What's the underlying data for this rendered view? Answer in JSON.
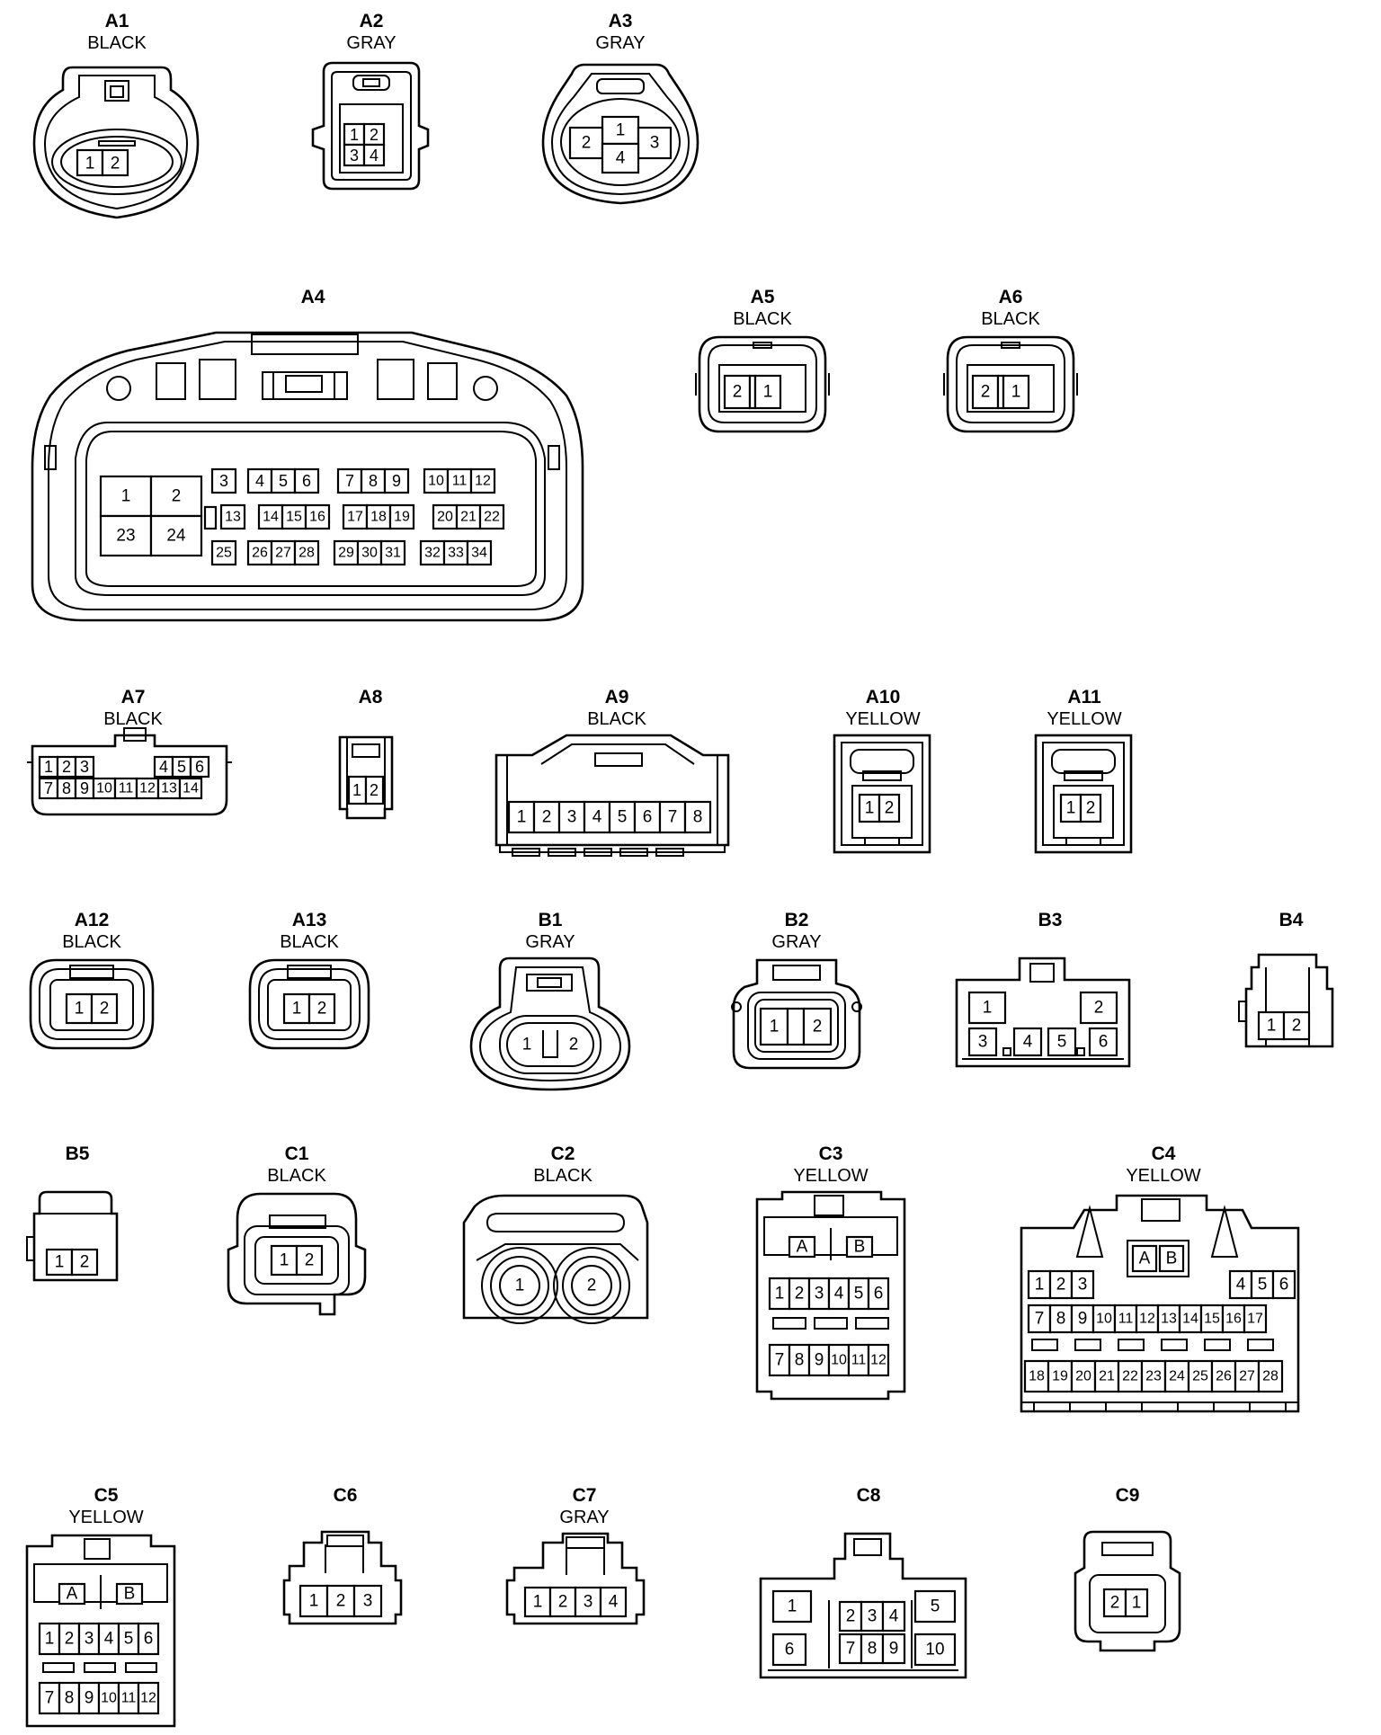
{
  "connectors": [
    {
      "id": "A1",
      "color": "BLACK",
      "pins": [
        {
          "label": "1"
        },
        {
          "label": "2"
        }
      ]
    },
    {
      "id": "A2",
      "color": "GRAY",
      "pins": [
        {
          "label": "1"
        },
        {
          "label": "2"
        },
        {
          "label": "3"
        },
        {
          "label": "4"
        }
      ]
    },
    {
      "id": "A3",
      "color": "GRAY",
      "pins": [
        {
          "label": "1"
        },
        {
          "label": "2"
        },
        {
          "label": "3"
        },
        {
          "label": "4"
        }
      ]
    },
    {
      "id": "A4",
      "color": "",
      "pins": [
        {
          "label": "1"
        },
        {
          "label": "2"
        },
        {
          "label": "23"
        },
        {
          "label": "24"
        },
        {
          "label": "3"
        },
        {
          "label": "4"
        },
        {
          "label": "5"
        },
        {
          "label": "6"
        },
        {
          "label": "7"
        },
        {
          "label": "8"
        },
        {
          "label": "9"
        },
        {
          "label": "10"
        },
        {
          "label": "11"
        },
        {
          "label": "12"
        },
        {
          "label": "13"
        },
        {
          "label": "14"
        },
        {
          "label": "15"
        },
        {
          "label": "16"
        },
        {
          "label": "17"
        },
        {
          "label": "18"
        },
        {
          "label": "19"
        },
        {
          "label": "20"
        },
        {
          "label": "21"
        },
        {
          "label": "22"
        },
        {
          "label": "25"
        },
        {
          "label": "26"
        },
        {
          "label": "27"
        },
        {
          "label": "28"
        },
        {
          "label": "29"
        },
        {
          "label": "30"
        },
        {
          "label": "31"
        },
        {
          "label": "32"
        },
        {
          "label": "33"
        },
        {
          "label": "34"
        }
      ]
    },
    {
      "id": "A5",
      "color": "BLACK",
      "pins": [
        {
          "label": "2"
        },
        {
          "label": "1"
        }
      ]
    },
    {
      "id": "A6",
      "color": "BLACK",
      "pins": [
        {
          "label": "2"
        },
        {
          "label": "1"
        }
      ]
    },
    {
      "id": "A7",
      "color": "BLACK",
      "pins": [
        {
          "label": "1"
        },
        {
          "label": "2"
        },
        {
          "label": "3"
        },
        {
          "label": "4"
        },
        {
          "label": "5"
        },
        {
          "label": "6"
        },
        {
          "label": "7"
        },
        {
          "label": "8"
        },
        {
          "label": "9"
        },
        {
          "label": "10"
        },
        {
          "label": "11"
        },
        {
          "label": "12"
        },
        {
          "label": "13"
        },
        {
          "label": "14"
        }
      ]
    },
    {
      "id": "A8",
      "color": "",
      "pins": [
        {
          "label": "1"
        },
        {
          "label": "2"
        }
      ]
    },
    {
      "id": "A9",
      "color": "BLACK",
      "pins": [
        {
          "label": "1"
        },
        {
          "label": "2"
        },
        {
          "label": "3"
        },
        {
          "label": "4"
        },
        {
          "label": "5"
        },
        {
          "label": "6"
        },
        {
          "label": "7"
        },
        {
          "label": "8"
        }
      ]
    },
    {
      "id": "A10",
      "color": "YELLOW",
      "pins": [
        {
          "label": "1"
        },
        {
          "label": "2"
        }
      ]
    },
    {
      "id": "A11",
      "color": "YELLOW",
      "pins": [
        {
          "label": "1"
        },
        {
          "label": "2"
        }
      ]
    },
    {
      "id": "A12",
      "color": "BLACK",
      "pins": [
        {
          "label": "1"
        },
        {
          "label": "2"
        }
      ]
    },
    {
      "id": "A13",
      "color": "BLACK",
      "pins": [
        {
          "label": "1"
        },
        {
          "label": "2"
        }
      ]
    },
    {
      "id": "B1",
      "color": "GRAY",
      "pins": [
        {
          "label": "1"
        },
        {
          "label": "2"
        }
      ]
    },
    {
      "id": "B2",
      "color": "GRAY",
      "pins": [
        {
          "label": "1"
        },
        {
          "label": "2"
        }
      ]
    },
    {
      "id": "B3",
      "color": "",
      "pins": [
        {
          "label": "1"
        },
        {
          "label": "2"
        },
        {
          "label": "3"
        },
        {
          "label": "4"
        },
        {
          "label": "5"
        },
        {
          "label": "6"
        }
      ]
    },
    {
      "id": "B4",
      "color": "",
      "pins": [
        {
          "label": "1"
        },
        {
          "label": "2"
        }
      ]
    },
    {
      "id": "B5",
      "color": "",
      "pins": [
        {
          "label": "1"
        },
        {
          "label": "2"
        }
      ]
    },
    {
      "id": "C1",
      "color": "BLACK",
      "pins": [
        {
          "label": "1"
        },
        {
          "label": "2"
        }
      ]
    },
    {
      "id": "C2",
      "color": "BLACK",
      "pins": [
        {
          "label": "1"
        },
        {
          "label": "2"
        }
      ]
    },
    {
      "id": "C3",
      "color": "YELLOW",
      "pins": [
        {
          "label": "A"
        },
        {
          "label": "B"
        },
        {
          "label": "1"
        },
        {
          "label": "2"
        },
        {
          "label": "3"
        },
        {
          "label": "4"
        },
        {
          "label": "5"
        },
        {
          "label": "6"
        },
        {
          "label": "7"
        },
        {
          "label": "8"
        },
        {
          "label": "9"
        },
        {
          "label": "10"
        },
        {
          "label": "11"
        },
        {
          "label": "12"
        }
      ]
    },
    {
      "id": "C4",
      "color": "YELLOW",
      "pins": [
        {
          "label": "A"
        },
        {
          "label": "B"
        },
        {
          "label": "1"
        },
        {
          "label": "2"
        },
        {
          "label": "3"
        },
        {
          "label": "4"
        },
        {
          "label": "5"
        },
        {
          "label": "6"
        },
        {
          "label": "7"
        },
        {
          "label": "8"
        },
        {
          "label": "9"
        },
        {
          "label": "10"
        },
        {
          "label": "11"
        },
        {
          "label": "12"
        },
        {
          "label": "13"
        },
        {
          "label": "14"
        },
        {
          "label": "15"
        },
        {
          "label": "16"
        },
        {
          "label": "17"
        },
        {
          "label": "18"
        },
        {
          "label": "19"
        },
        {
          "label": "20"
        },
        {
          "label": "21"
        },
        {
          "label": "22"
        },
        {
          "label": "23"
        },
        {
          "label": "24"
        },
        {
          "label": "25"
        },
        {
          "label": "26"
        },
        {
          "label": "27"
        },
        {
          "label": "28"
        }
      ]
    },
    {
      "id": "C5",
      "color": "YELLOW",
      "pins": [
        {
          "label": "A"
        },
        {
          "label": "B"
        },
        {
          "label": "1"
        },
        {
          "label": "2"
        },
        {
          "label": "3"
        },
        {
          "label": "4"
        },
        {
          "label": "5"
        },
        {
          "label": "6"
        },
        {
          "label": "7"
        },
        {
          "label": "8"
        },
        {
          "label": "9"
        },
        {
          "label": "10"
        },
        {
          "label": "11"
        },
        {
          "label": "12"
        }
      ]
    },
    {
      "id": "C6",
      "color": "",
      "pins": [
        {
          "label": "1"
        },
        {
          "label": "2"
        },
        {
          "label": "3"
        }
      ]
    },
    {
      "id": "C7",
      "color": "GRAY",
      "pins": [
        {
          "label": "1"
        },
        {
          "label": "2"
        },
        {
          "label": "3"
        },
        {
          "label": "4"
        }
      ]
    },
    {
      "id": "C8",
      "color": "",
      "pins": [
        {
          "label": "1"
        },
        {
          "label": "2"
        },
        {
          "label": "3"
        },
        {
          "label": "4"
        },
        {
          "label": "5"
        },
        {
          "label": "6"
        },
        {
          "label": "7"
        },
        {
          "label": "8"
        },
        {
          "label": "9"
        },
        {
          "label": "10"
        }
      ]
    },
    {
      "id": "C9",
      "color": "",
      "pins": [
        {
          "label": "2"
        },
        {
          "label": "1"
        }
      ]
    }
  ]
}
